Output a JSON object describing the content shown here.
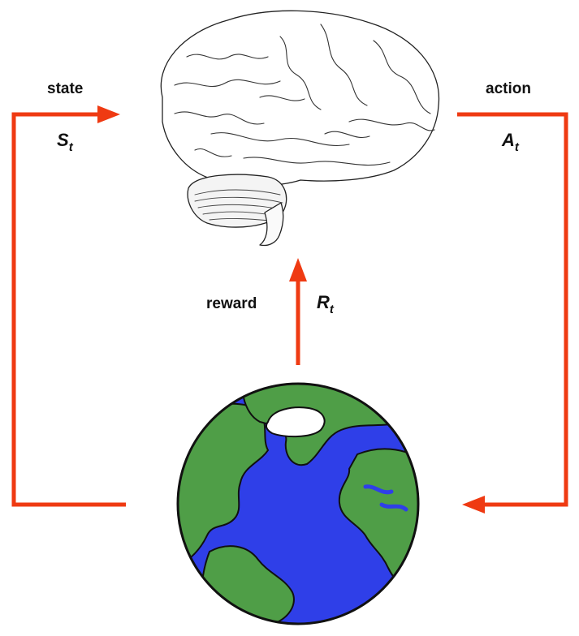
{
  "colors": {
    "arrow": "#ef3a12",
    "ocean": "#2f3fe8",
    "land": "#4f9e47",
    "ice": "#ffffff",
    "outline": "#111111"
  },
  "labels": {
    "state": "state",
    "state_symbol": "S",
    "state_subscript": "t",
    "action": "action",
    "action_symbol": "A",
    "action_subscript": "t",
    "reward": "reward",
    "reward_symbol": "R",
    "reward_subscript": "t"
  },
  "nodes": {
    "agent_icon": "brain-icon",
    "environment_icon": "earth-globe-icon"
  }
}
